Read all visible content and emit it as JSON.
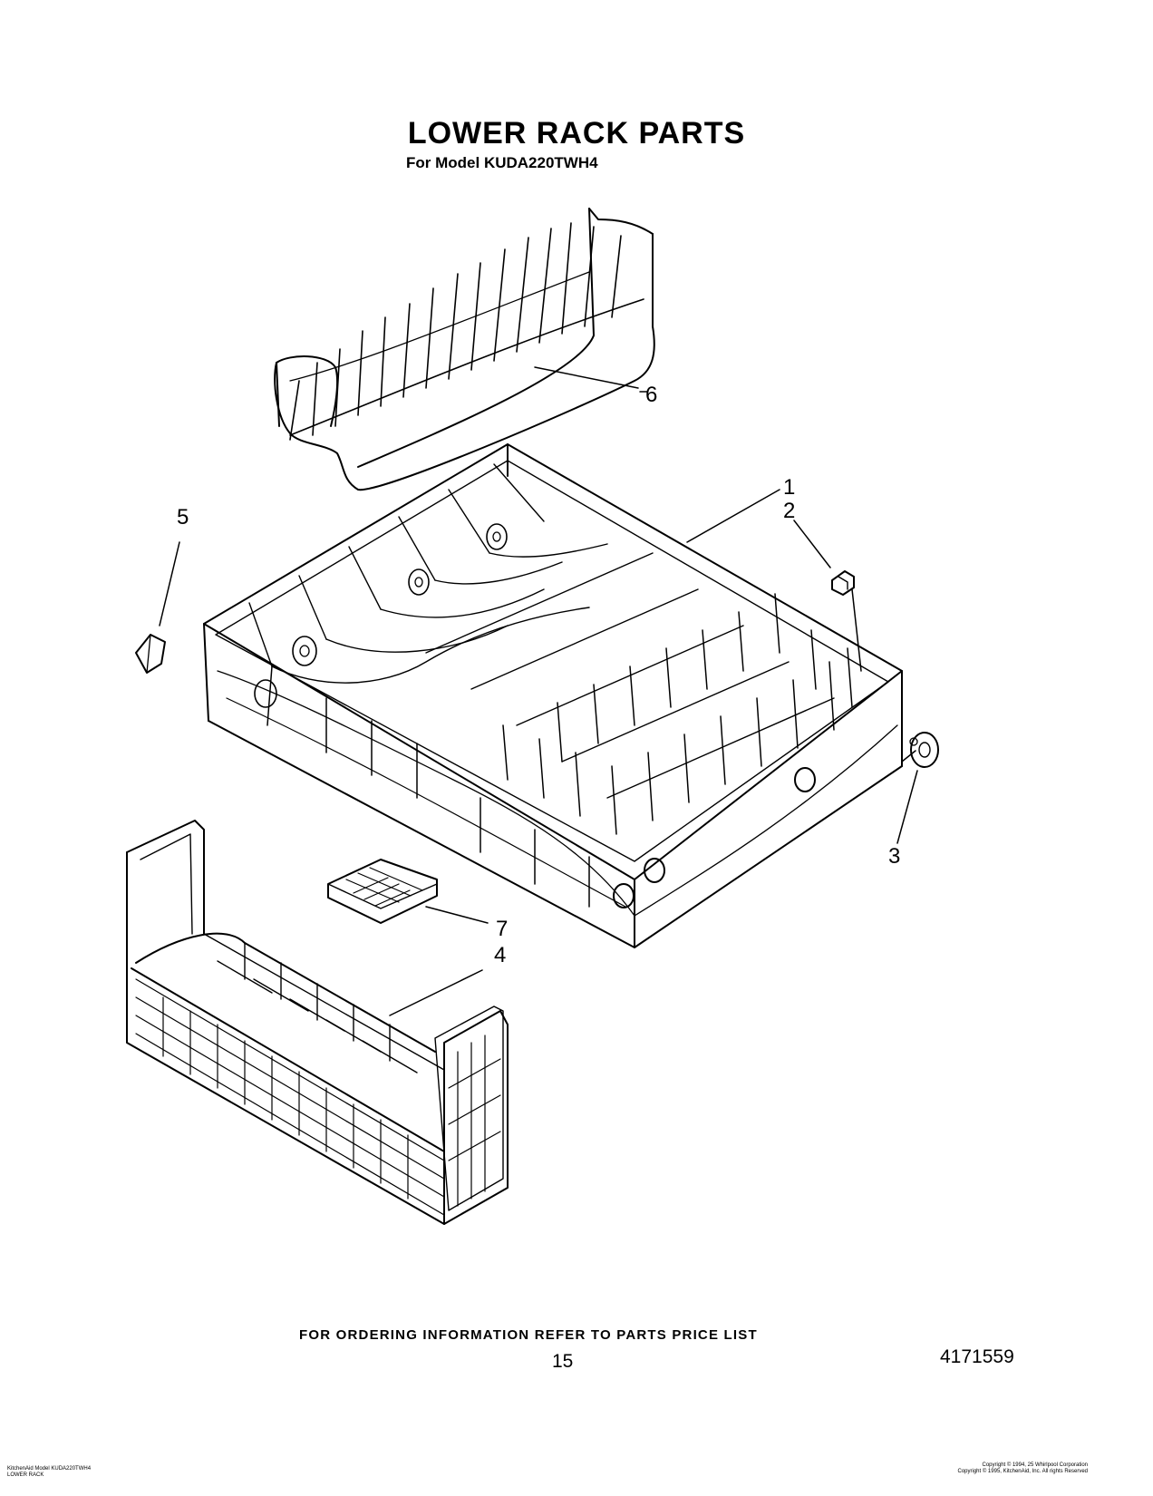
{
  "header": {
    "title": "LOWER RACK PARTS",
    "subtitle": "For Model KUDA220TWH4"
  },
  "callouts": [
    "1",
    "2",
    "3",
    "4",
    "5",
    "6",
    "7"
  ],
  "footer": {
    "ordering_note": "FOR ORDERING INFORMATION REFER TO PARTS PRICE LIST",
    "page_number": "15",
    "document_number": "4171559",
    "left_line1": "KitchenAid Model KUDA220TWH4",
    "left_line2": "LOWER RACK",
    "right_line1": "Copyright © 1994, 25 Whirlpool Corporation",
    "right_line2": "Copyright © 1995, KitchenAid, Inc. All rights Reserved"
  }
}
